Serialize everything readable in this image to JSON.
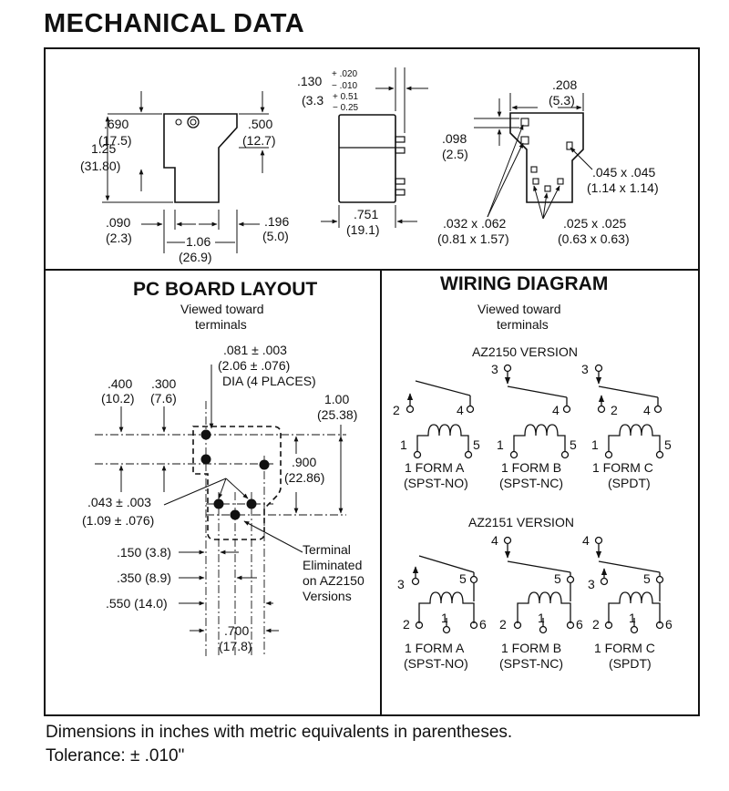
{
  "header": {
    "title": "MECHANICAL DATA"
  },
  "mechanical": {
    "top_view": {
      "height_in": ".690",
      "height_mm": "(17.5)",
      "total_in": "1.25",
      "total_mm": "(31.80)",
      "right_in": ".500",
      "right_mm": "(12.7)",
      "left_gap_in": ".090",
      "left_gap_mm": "(2.3)",
      "width_in": "1.06",
      "width_mm": "(26.9)",
      "right_gap_in": ".196",
      "right_gap_mm": "(5.0)"
    },
    "side_view": {
      "pin_in": ".130",
      "tol_plus": "+ .020",
      "tol_minus": "− .010",
      "pin_mm_prefix": "(3.3",
      "mm_plus": "+ 0.51",
      "mm_minus": "− 0.25",
      "body_in": ".751",
      "body_mm": "(19.1)"
    },
    "bottom_view": {
      "w_in": ".208",
      "w_mm": "(5.3)",
      "off_in": ".098",
      "off_mm": "(2.5)",
      "sq_in": ".045 x .045",
      "sq_mm": "(1.14 x 1.14)",
      "pin1_in": ".032 x .062",
      "pin1_mm": "(0.81 x 1.57)",
      "pin2_in": ".025 x .025",
      "pin2_mm": "(0.63 x 0.63)"
    }
  },
  "pcb": {
    "title": "PC BOARD LAYOUT",
    "viewed1": "Viewed toward",
    "viewed2": "terminals",
    "dia1": ".081 ± .003",
    "dia2": "(2.06 ± .076)",
    "dia3": "DIA (4 PLACES)",
    "d400_in": ".400",
    "d400_mm": "(10.2)",
    "d300_in": ".300",
    "d300_mm": "(7.6)",
    "d100_in": "1.00",
    "d100_mm": "(25.38)",
    "d900_in": ".900",
    "d900_mm": "(22.86)",
    "d043_in": ".043 ± .003",
    "d043_mm": "(1.09 ± .076)",
    "d150": ".150 (3.8)",
    "d350": ".350 (8.9)",
    "d550": ".550 (14.0)",
    "d700_in": ".700",
    "d700_mm": "(17.8)",
    "note1": "Terminal",
    "note2": "Eliminated",
    "note3": "on AZ2150",
    "note4": "Versions"
  },
  "wiring": {
    "title": "WIRING DIAGRAM",
    "viewed1": "Viewed toward",
    "viewed2": "terminals",
    "v2150": "AZ2150 VERSION",
    "v2151": "AZ2151 VERSION",
    "forms": [
      {
        "name": "1 FORM A",
        "type": "(SPST-NO)"
      },
      {
        "name": "1 FORM B",
        "type": "(SPST-NC)"
      },
      {
        "name": "1 FORM C",
        "type": "(SPDT)"
      }
    ],
    "pins": {
      "p1": "1",
      "p2": "2",
      "p3": "3",
      "p4": "4",
      "p5": "5",
      "p6": "6"
    }
  },
  "footer": {
    "line1": "Dimensions in inches with metric equivalents in parentheses.",
    "line2": "Tolerance:  ± .010\""
  }
}
